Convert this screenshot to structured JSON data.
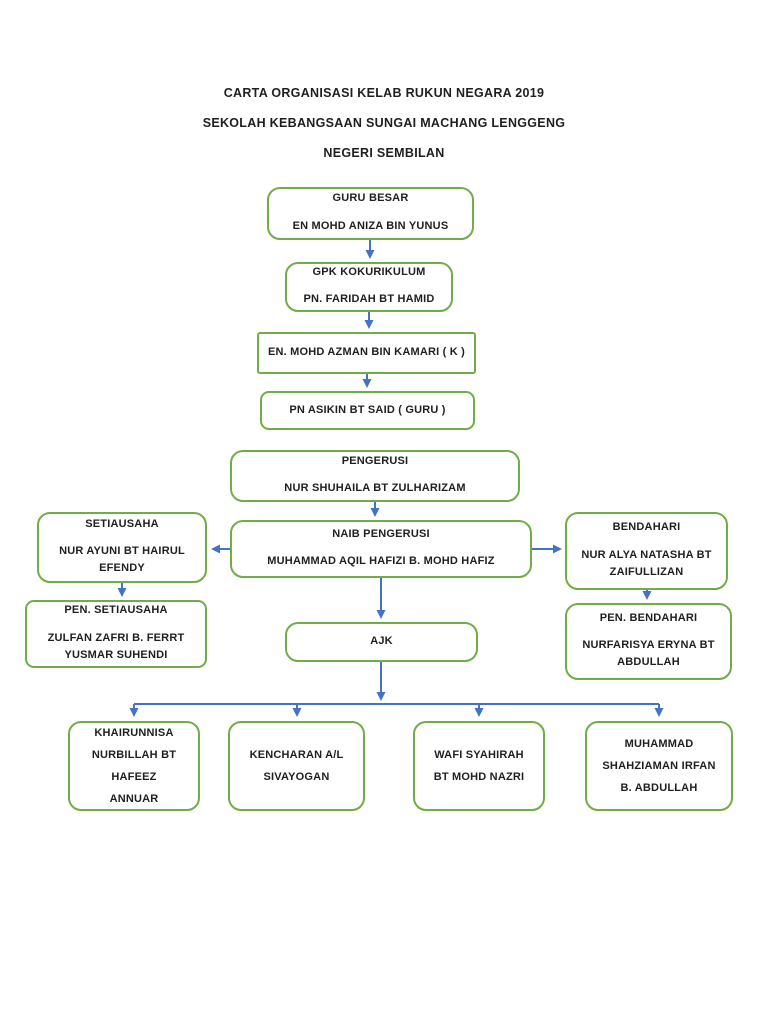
{
  "header": {
    "line1": "CARTA ORGANISASI KELAB RUKUN NEGARA 2019",
    "line2": "SEKOLAH KEBANGSAAN SUNGAI MACHANG LENGGENG",
    "line3": "NEGERI SEMBILAN"
  },
  "colors": {
    "box_border": "#70AD47",
    "connector": "#4472C4",
    "text": "#1f1f1f",
    "background": "#ffffff"
  },
  "nodes": {
    "guru_besar": {
      "title": "GURU BESAR",
      "name": "EN MOHD ANIZA BIN YUNUS"
    },
    "gpk": {
      "title": "GPK KOKURIKULUM",
      "name": "PN. FARIDAH BT HAMID"
    },
    "azman": {
      "name": "EN. MOHD AZMAN BIN KAMARI ( K )"
    },
    "asikin": {
      "name": "PN ASIKIN BT SAID ( GURU )"
    },
    "pengerusi": {
      "title": "PENGERUSI",
      "name": "NUR SHUHAILA BT ZULHARIZAM"
    },
    "setiausaha": {
      "title": "SETIAUSAHA",
      "name": "NUR AYUNI BT HAIRUL\nEFENDY"
    },
    "naib_pengerusi": {
      "title": "NAIB PENGERUSI",
      "name": "MUHAMMAD AQIL HAFIZI B. MOHD HAFIZ"
    },
    "bendahari": {
      "title": "BENDAHARI",
      "name": "NUR ALYA NATASHA BT\nZAIFULLIZAN"
    },
    "pen_setiausaha": {
      "title": "PEN. SETIAUSAHA",
      "name": "ZULFAN ZAFRI B. FERRT\nYUSMAR SUHENDI"
    },
    "ajk": {
      "title": "AJK"
    },
    "pen_bendahari": {
      "title": "PEN. BENDAHARI",
      "name": "NURFARISYA ERYNA BT\nABDULLAH"
    },
    "m1": {
      "name": "KHAIRUNNISA\nNURBILLAH BT\nHAFEEZ\nANNUAR"
    },
    "m2": {
      "name": "KENCHARAN A/L\nSIVAYOGAN"
    },
    "m3": {
      "name": "WAFI SYAHIRAH\nBT MOHD NAZRI"
    },
    "m4": {
      "name": "MUHAMMAD\nSHAHZIAMAN IRFAN\nB. ABDULLAH"
    }
  }
}
